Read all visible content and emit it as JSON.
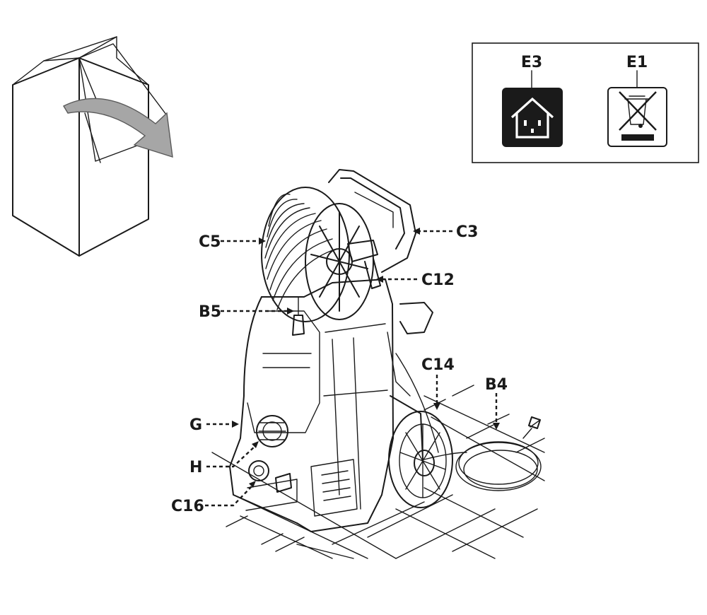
{
  "legend": {
    "indoor_symbol": {
      "code": "E3",
      "icon": "indoor-use-house-icon"
    },
    "weee_symbol": {
      "code": "E1",
      "icon": "crossed-out-wheelie-bin-icon"
    }
  },
  "packaging": {
    "icon": "unboxing-box-icon"
  },
  "callouts": {
    "C5": "C5",
    "B5": "B5",
    "C3": "C3",
    "C12": "C12",
    "C14": "C14",
    "B4": "B4",
    "G": "G",
    "H": "H",
    "C16": "C16"
  },
  "colors": {
    "ink": "#1a1a1a",
    "arrow_gray": "#a6a6a6",
    "background": "#ffffff"
  }
}
